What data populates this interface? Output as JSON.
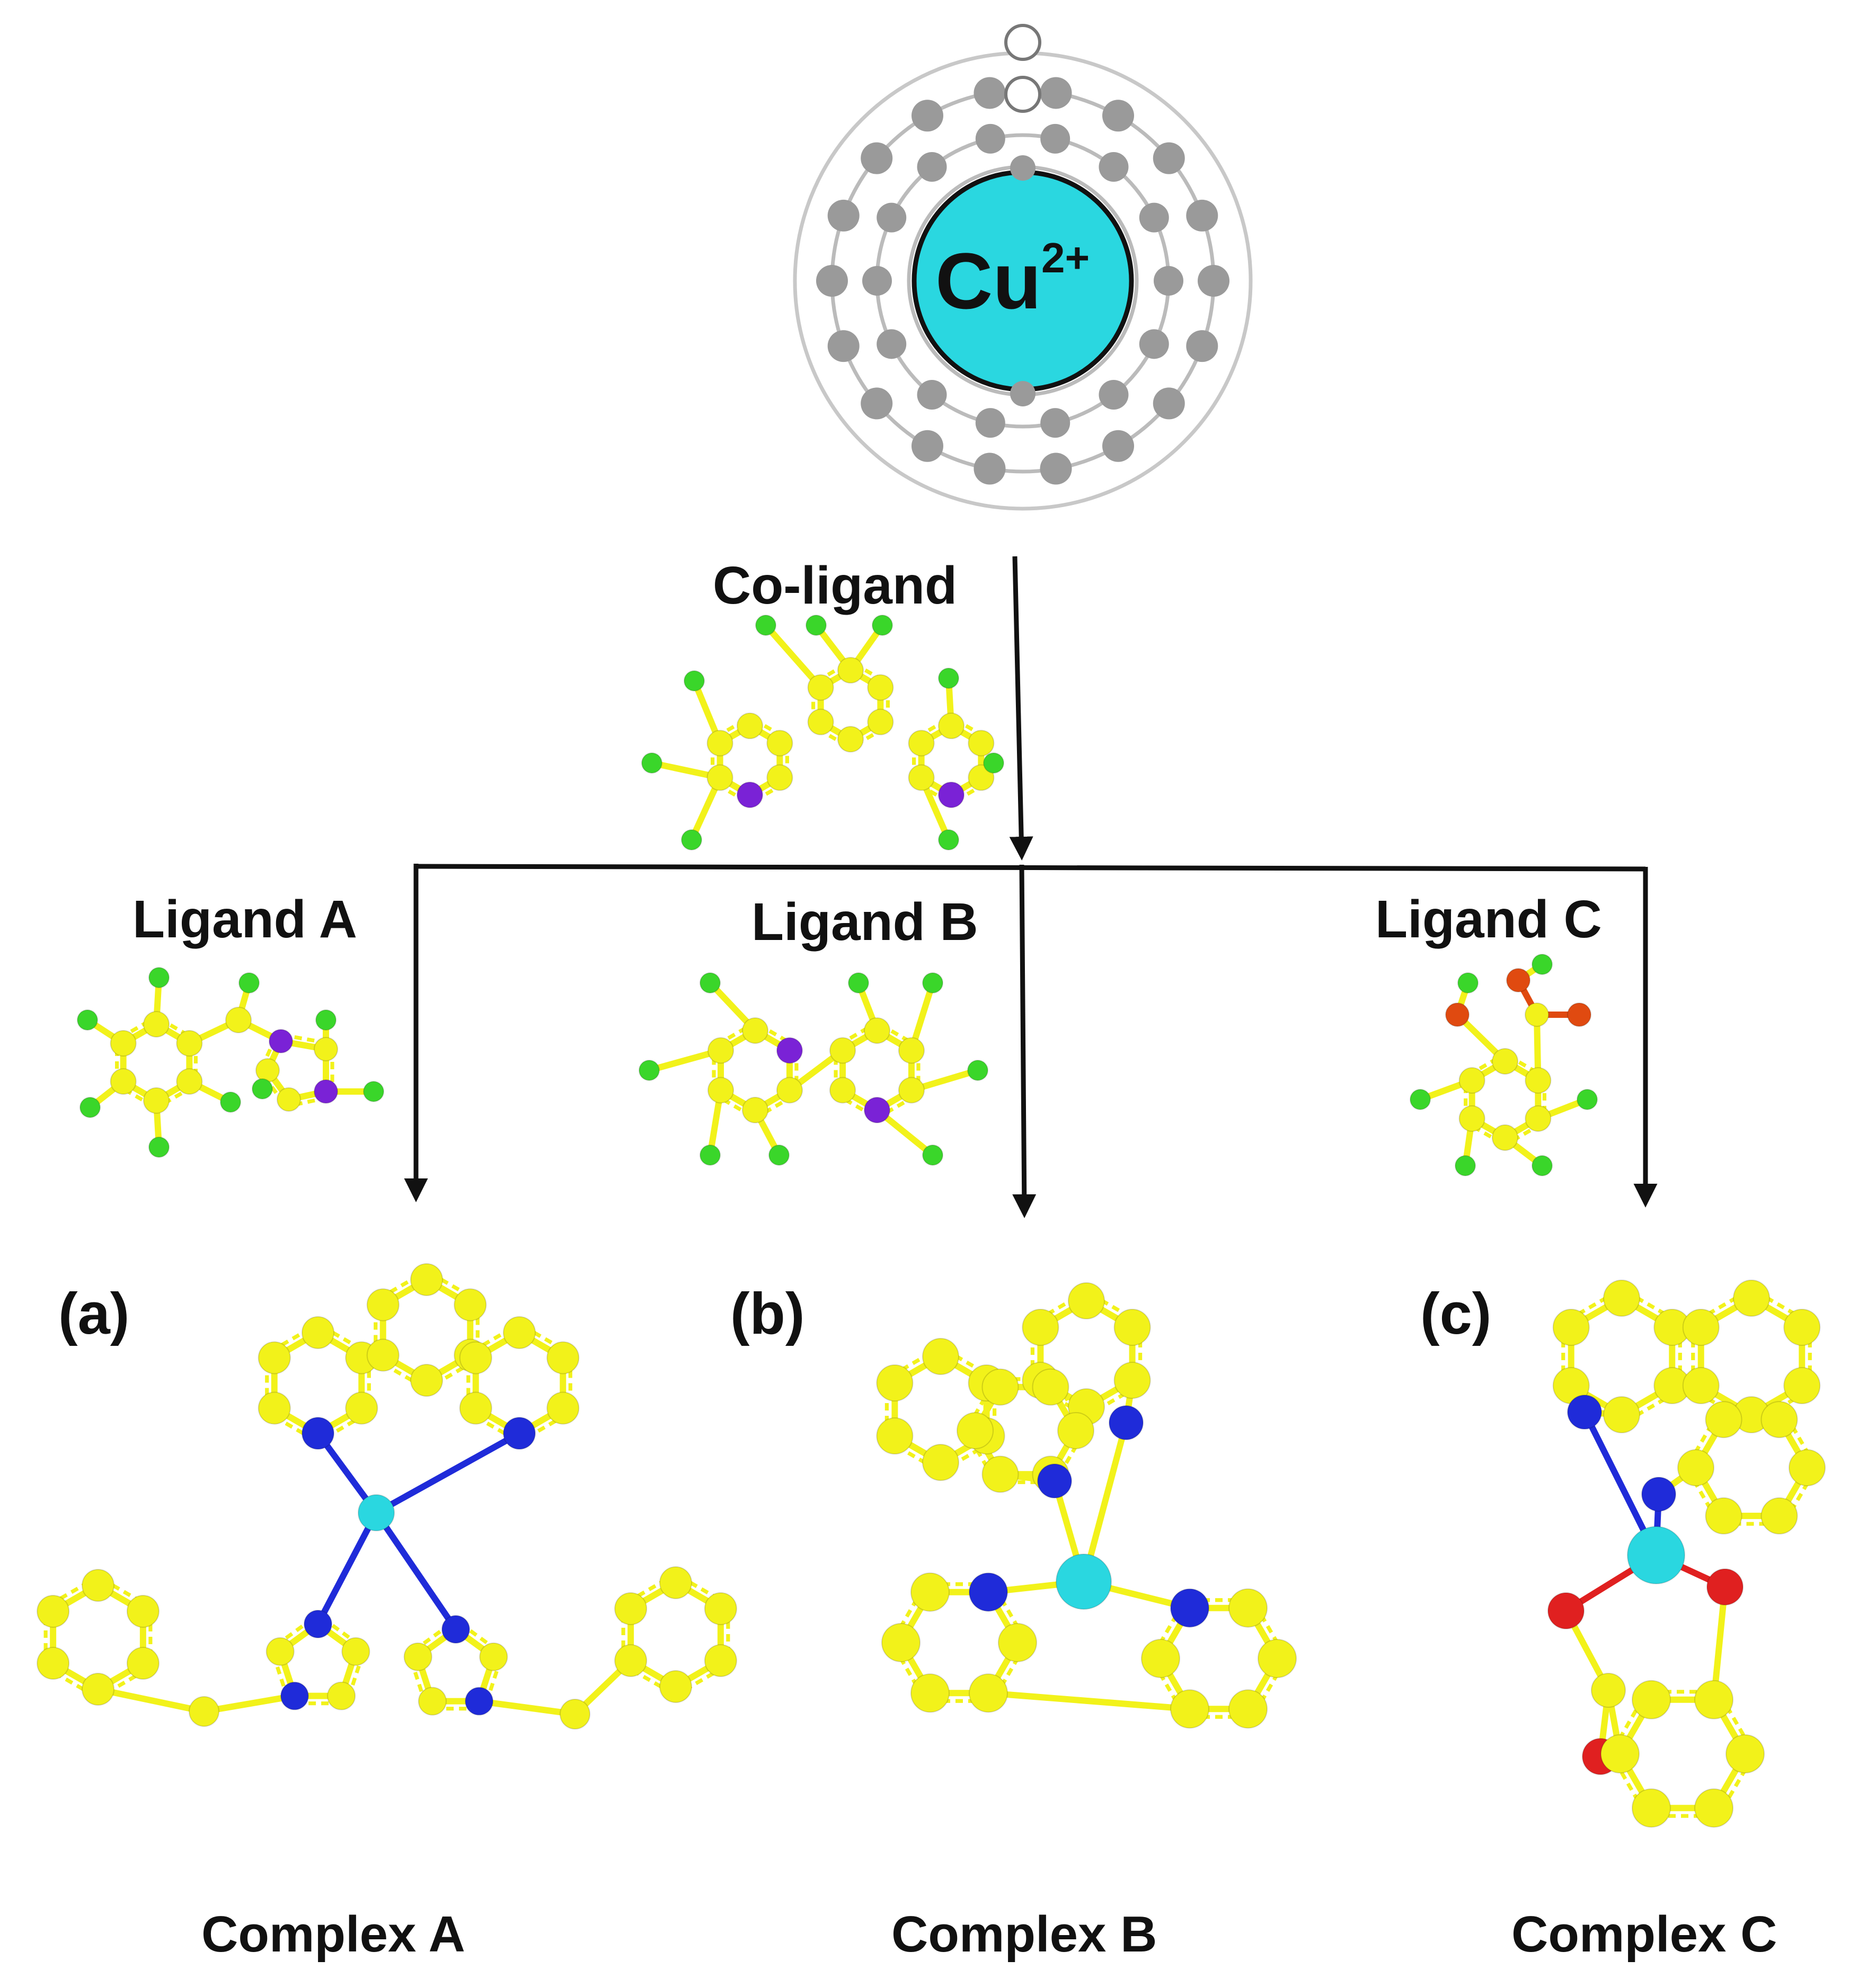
{
  "ion": {
    "symbol": "Cu",
    "charge": "2+"
  },
  "coligand": {
    "label": "Co-ligand"
  },
  "ligands": [
    {
      "label": "Ligand A"
    },
    {
      "label": "Ligand B"
    },
    {
      "label": "Ligand C"
    }
  ],
  "panels": [
    {
      "letter": "(a)",
      "name": "Complex A"
    },
    {
      "letter": "(b)",
      "name": "Complex B"
    },
    {
      "letter": "(c)",
      "name": "Complex C"
    }
  ],
  "colors": {
    "carbon": "#f2f21a",
    "nitrogen": "#1f2bd9",
    "nitrogen_ligand": "#7a22d6",
    "hydrogen": "#3ad62a",
    "oxygen": "#e02020",
    "oxygen_ligand": "#e04a10",
    "copper": "#2ad7e0",
    "electron": "#9a9a9a",
    "shell": "#c0c0c0"
  }
}
